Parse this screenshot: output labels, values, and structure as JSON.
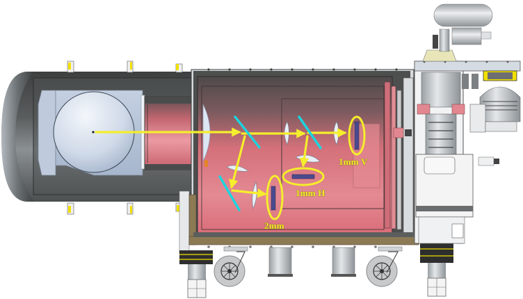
{
  "diagram": {
    "type": "optical vacuum chamber cross-section with beam path",
    "colors": {
      "tank_dark": "#4a4c4c",
      "tank_shade": "#6e7272",
      "chamber_red": "#d9707a",
      "chamber_pink": "#efa0a8",
      "mirror_blue": "#c9d7ea",
      "beam_yellow": "#f5ee2c",
      "splitter_cyan": "#19d6e0",
      "detector_purple": "#4b4a8e",
      "frame_gray": "#c8ccd0",
      "accent_yellow": "#f2e000"
    },
    "annotations": [
      {
        "id": "detector-1mm-v",
        "label": "1mm V"
      },
      {
        "id": "detector-1mm-h",
        "label": "1mm H"
      },
      {
        "id": "detector-2mm",
        "label": "2mm"
      }
    ],
    "components": [
      "entrance cryostat tank",
      "primary mirror",
      "relay tube",
      "optics chamber",
      "beam splitter 1",
      "beam splitter 2",
      "fold mirror",
      "lenses",
      "1mm V detector",
      "1mm H detector",
      "2mm detector",
      "pulse tube cooler",
      "dilution refrigerator",
      "support frame",
      "caster wheels",
      "feet"
    ]
  }
}
